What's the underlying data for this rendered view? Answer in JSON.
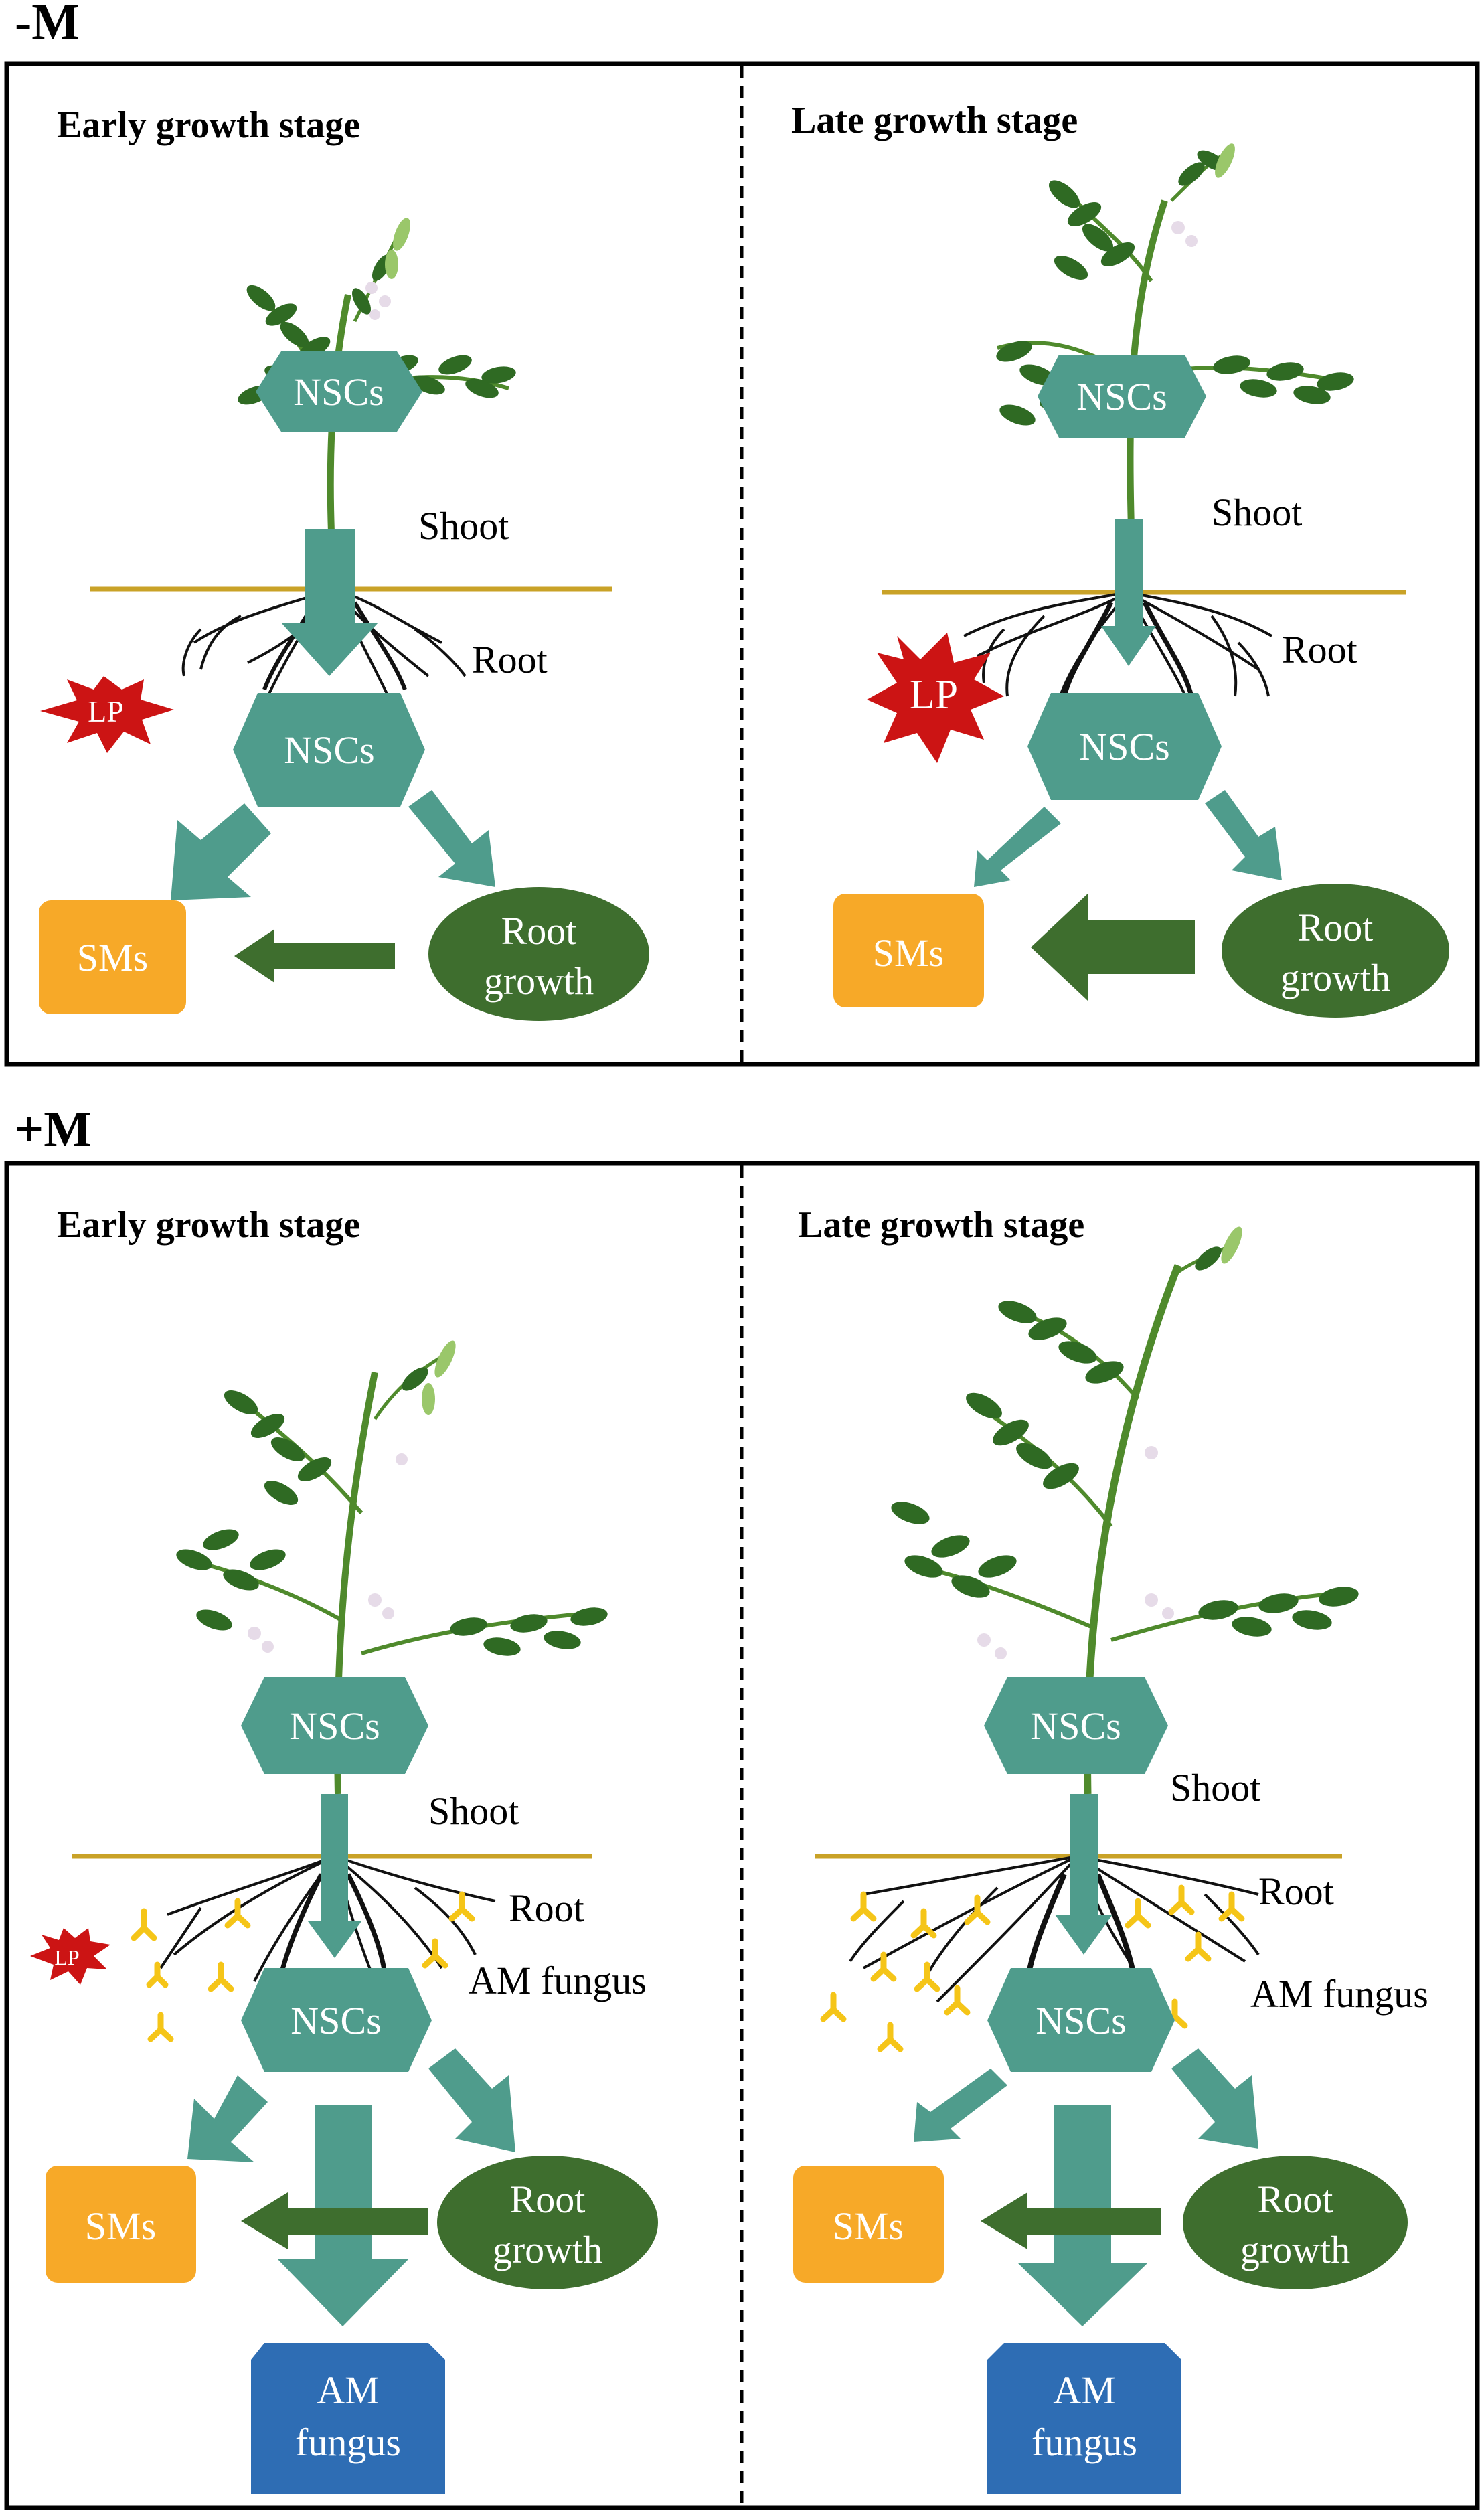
{
  "sections": [
    {
      "label": "-M",
      "panels": [
        {
          "title": "Early growth stage",
          "nsc_top": "NSCs",
          "nsc_bottom": "NSCs",
          "shoot": "Shoot",
          "root": "Root",
          "lp": "LP",
          "sms": "SMs",
          "root_growth_1": "Root",
          "root_growth_2": "growth"
        },
        {
          "title": "Late growth stage",
          "nsc_top": "NSCs",
          "nsc_bottom": "NSCs",
          "shoot": "Shoot",
          "root": "Root",
          "lp": "LP",
          "sms": "SMs",
          "root_growth_1": "Root",
          "root_growth_2": "growth"
        }
      ]
    },
    {
      "label": "+M",
      "panels": [
        {
          "title": "Early growth stage",
          "nsc_top": "NSCs",
          "nsc_bottom": "NSCs",
          "shoot": "Shoot",
          "root": "Root",
          "am_fungus_label": "AM fungus",
          "lp": "LP",
          "sms": "SMs",
          "root_growth_1": "Root",
          "root_growth_2": "growth",
          "am_box_1": "AM",
          "am_box_2": "fungus"
        },
        {
          "title": "Late growth stage",
          "nsc_top": "NSCs",
          "nsc_bottom": "NSCs",
          "shoot": "Shoot",
          "root": "Root",
          "am_fungus_label": "AM fungus",
          "sms": "SMs",
          "root_growth_1": "Root",
          "root_growth_2": "growth",
          "am_box_1": "AM",
          "am_box_2": "fungus"
        }
      ]
    }
  ],
  "colors": {
    "nsc_teal": "#4f9c8c",
    "sms_orange": "#f7a928",
    "root_growth_green": "#3e6e2e",
    "am_box_blue": "#2e6db4",
    "lp_red": "#cc1414",
    "soil_line": "#c9a227",
    "fungus_yellow": "#f5c518",
    "leaf_green": "#2d5a1e"
  }
}
